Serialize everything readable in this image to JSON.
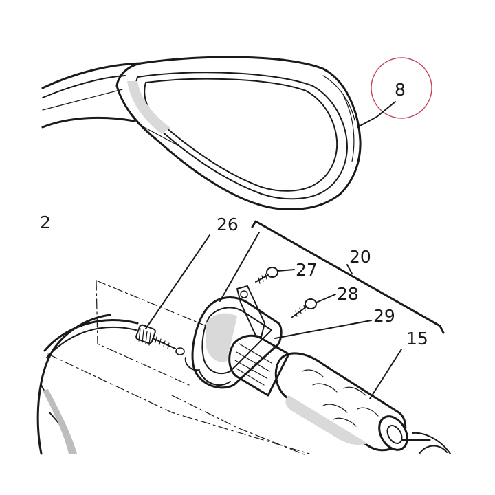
{
  "callouts": {
    "c2": "2",
    "c8": "8",
    "c15": "15",
    "c20": "20",
    "c26": "26",
    "c27": "27",
    "c28": "28",
    "c29": "29"
  },
  "colors": {
    "line": "#1a1a1a",
    "highlight_circle": "#c0445a"
  },
  "parts": [
    "mirror",
    "throttle-housing",
    "throttle-grip",
    "cable",
    "adjuster",
    "screw",
    "fairing"
  ]
}
